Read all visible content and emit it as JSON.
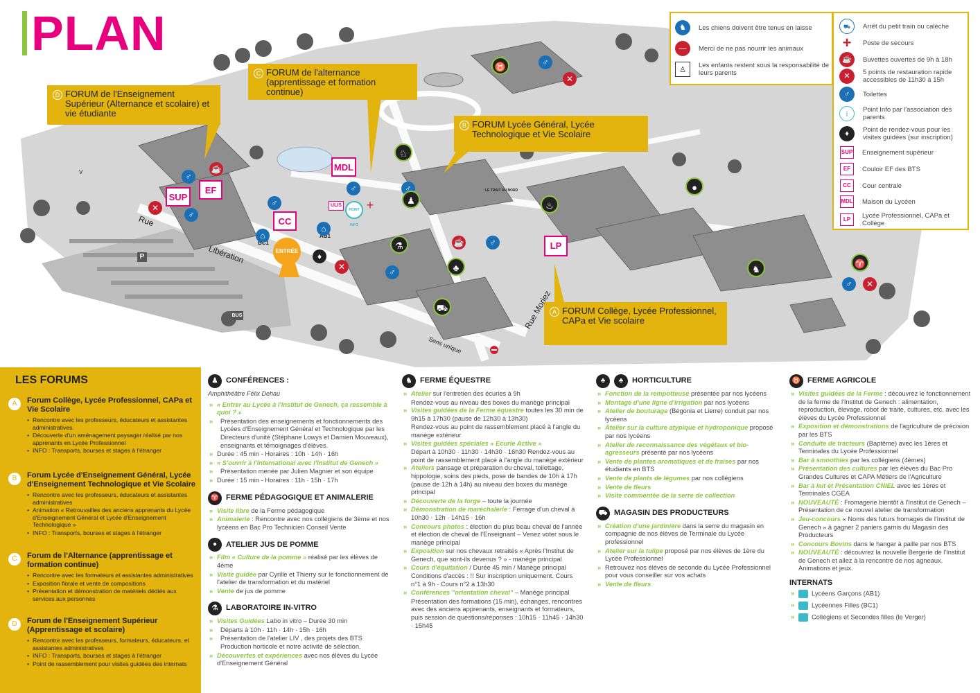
{
  "plan_title": "PLAN",
  "callouts": {
    "a": {
      "letter": "A",
      "text": "FORUM Collège, Lycée Professionnel, CAPa et Vie scolaire"
    },
    "b": {
      "letter": "B",
      "text": "FORUM Lycée Général, Lycée Technologique et Vie Scolaire"
    },
    "c": {
      "letter": "C",
      "text": "FORUM de l'alternance (apprentissage et formation continue)"
    },
    "d": {
      "letter": "D",
      "text": "FORUM de l'Enseignement Supérieur (Alternance et scolaire) et vie étudiante"
    }
  },
  "map_labels": {
    "sup": "SUP",
    "ef": "EF",
    "cc": "CC",
    "mdl": "MDL",
    "lp": "LP",
    "entree": "ENTRÉE",
    "ulis": "ULIS",
    "point_info": "POINT INFO",
    "bc1": "BC1",
    "ab1": "AB1",
    "parking": "P",
    "bus": "BUS",
    "v": "V",
    "trait_du_nord": "LE TRAIT DU NORD",
    "rue_liberation_a": "Rue",
    "rue_liberation_b": "Libération",
    "rue_moriez": "Rue Moriez",
    "sens_unique": "Sens unique"
  },
  "legend_left": [
    {
      "icon": "dog-icon",
      "text": "Les chiens doivent être tenus en laisse"
    },
    {
      "icon": "no-entry-icon",
      "text": "Merci de ne pas nourrir les animaux"
    },
    {
      "icon": "child-icon",
      "text": "Les enfants restent sous la responsabilité de leurs parents"
    }
  ],
  "legend_right": [
    {
      "icon": "train-icon",
      "text": "Arrêt du petit train ou calèche"
    },
    {
      "icon": "first-aid-icon",
      "text": "Poste de secours"
    },
    {
      "icon": "cup-icon",
      "text": "Buvettes ouvertes de 9h à 18h"
    },
    {
      "icon": "cutlery-icon",
      "text": "5 points de restauration rapide accessibles de 11h30 à 15h"
    },
    {
      "icon": "toilets-icon",
      "text": "Toilettes"
    },
    {
      "icon": "info-icon",
      "text": "Point Info par l'association des parents"
    },
    {
      "icon": "meeting-icon",
      "text": "Point de rendez-vous pour les visites guidées (sur inscription)"
    },
    {
      "code": "SUP",
      "text": "Enseignement supérieur"
    },
    {
      "code": "EF",
      "text": "Couloir EF des BTS"
    },
    {
      "code": "CC",
      "text": "Cour centrale"
    },
    {
      "code": "MDL",
      "text": "Maison du Lycéen"
    },
    {
      "code": "LP",
      "text": "Lycée Professionnel, CAPa et Collège"
    }
  ],
  "forums": {
    "heading": "LES FORUMS",
    "items": [
      {
        "letter": "A",
        "title": "Forum Collège, Lycée Professionnel, CAPa et Vie Scolaire",
        "bullets": [
          "Rencontre avec les professeurs, éducateurs et assistantes administratives.",
          "Découverte d'un aménagement paysager réalisé par nos apprenants en Lycée Professionnel",
          "INFO : Transports, bourses et stages à l'étranger"
        ]
      },
      {
        "letter": "B",
        "title": "Forum Lycée d'Enseignement Général, Lycée d'Enseignement Technologique et Vie Scolaire",
        "bullets": [
          "Rencontre avec les professeurs, éducateurs et assistantes administratives",
          "Animation « Retrouvailles des anciens apprenants du Lycée d'Enseignement Général et Lycée d'Enseignement Technologique »",
          "INFO : Transports, bourses et stages à l'étranger"
        ]
      },
      {
        "letter": "C",
        "title": "Forum de l'Alternance (apprentissage et formation continue)",
        "bullets": [
          "Rencontre avec les formateurs et assistantes administratives",
          "Exposition florale et vente de compositions",
          "Présentation et démonstration de matériels dédiés aux services aux personnes"
        ]
      },
      {
        "letter": "D",
        "title": "Forum de l'Enseignement Supérieur (Apprentissage et scolaire)",
        "bullets": [
          "Rencontre avec les professeurs, formateurs, éducateurs, et assistantes administratives",
          "INFO : Transports, bourses et stages à l'étranger",
          "Point de rassemblement pour visites guidées des internats"
        ]
      }
    ]
  },
  "conferences": {
    "title": "CONFÉRENCES :",
    "subtitle": "Amphithéâtre Félix Dehau",
    "c1_title": "« Entrer au Lycée à l'Institut de Genech, ça ressemble à quoi ? »",
    "c1_desc": "Présentation des enseignements et fonctionnements des Lycées d'Enseignement Général et Technologique par les Directeurs d'unité (Stéphane Lowys et Damien Mouveaux), enseignants et témoignages d'élèves.",
    "c1_hours": "Durée : 45 min - Horaires : 10h · 14h · 16h",
    "c2_title": "« S'ouvrir à l'International avec l'Institut de Genech »",
    "c2_desc": "Présentation menée par Julien Magnier et son équipe",
    "c2_hours": "Durée : 15 min - Horaires : 11h · 15h · 17h"
  },
  "ferme_peda": {
    "title": "FERME PÉDAGOGIQUE ET ANIMALERIE",
    "i1_g": "Visite libre",
    "i1": " de la Ferme pédagogique",
    "i2_g": "Animalerie",
    "i2": " : Rencontre avec nos collégiens de 3ème et nos lycéens en Bac Pro Technicien Conseil Vente"
  },
  "jus": {
    "title": "ATELIER JUS DE POMME",
    "i1_g": "Film « Culture de la pomme »",
    "i1": " réalisé par les élèves de 4ème",
    "i2_g": "Visite guidée",
    "i2": " par Cyrille et Thierry sur le fonctionnement de l'atelier de transformation et du matériel",
    "i3_g": "Vente",
    "i3": " de jus de pomme"
  },
  "labo": {
    "title": "LABORATOIRE IN-VITRO",
    "i1_g": "Visites Guidées",
    "i1": " Labo in vitro – Durée 30 min",
    "i1b": "Départs à 10h · 11h · 14h · 15h · 16h",
    "i1c": "Présentation de l'atelier LIV , des projets des BTS Production horticole et notre activité de sélection.",
    "i2_g": "Découvertes et expériences",
    "i2": " avec nos élèves du Lycée d'Enseignement Général"
  },
  "equestre": {
    "title": "FERME ÉQUESTRE",
    "items": [
      {
        "g": "Atelier",
        "t": " sur l'entretien des écuries à 9h",
        "x": "Rendez-vous au niveau des boxes du manège principal"
      },
      {
        "g": "Visites guidées de la Ferme équestre",
        "t": " toutes les 30 min de 9h15 à 17h30 (pause de 12h30 à 13h30)",
        "x": "Rendez-vous au point de rassemblement placé à l'angle du manège extérieur"
      },
      {
        "g": "Visites guidées spéciales « Ecurie Active »",
        "t": "",
        "x": "Départ à 10h30 · 11h30 · 14h30 · 16h30 Rendez-vous au point de rassemblement placé à l'angle du manège extérieur"
      },
      {
        "g": "Ateliers",
        "t": " pansage et préparation du cheval, toilettage, hippologie, soins des pieds, pose de bandes de 10h à 17h (pause de 12h à 14h) au niveau des boxes du manège principal",
        "x": ""
      },
      {
        "g": "Découverte de la forge",
        "t": " – toute la journée",
        "x": ""
      },
      {
        "g": "Démonstration de maréchalerie",
        "t": " : Ferrage d'un cheval à 10h30 · 12h · 14h15 · 16h",
        "x": ""
      },
      {
        "g": "Concours photos",
        "t": " : élection du plus beau cheval de l'année et élection de cheval de l'Enseignant – Venez voter sous le manège principal",
        "x": ""
      },
      {
        "g": "Exposition",
        "t": " sur nos chevaux retraités « Après l'Institut de Genech, que sont-ils devenus ? » - manège principal",
        "x": ""
      },
      {
        "g": "Cours d'équitation",
        "t": " / Durée 45 min / Manège principal Conditions d'accès : !! Sur inscription uniquement. Cours n°1 à 9h · Cours n°2 à 13h30",
        "x": ""
      },
      {
        "g": "Conférences \"orientation cheval\"",
        "t": " – Manège principal",
        "x": "Présentation des formations (15 min), échanges, rencontres avec des anciens apprenants, enseignants et formateurs, puis session de questions/réponses : 10h15 · 11h45 · 14h30 · 15h45"
      }
    ]
  },
  "horti": {
    "title": "HORTICULTURE",
    "items": [
      {
        "g": "Fonction de la rempotteuse",
        "t": " présentée par nos lycéens"
      },
      {
        "g": "Montage d'une ligne d'irrigation",
        "t": " par nos lycéens"
      },
      {
        "g": "Atelier de bouturage",
        "t": " (Bégonia et Lierre) conduit par nos lycéens"
      },
      {
        "g": "Atelier sur la culture atypique et hydroponique",
        "t": " proposé par nos lycéens"
      },
      {
        "g": "Atelier de reconnaissance des végétaux et bio-agresseurs",
        "t": " présenté par nos lycéens"
      },
      {
        "g": "Vente de plantes aromatiques et de fraises",
        "t": " par nos étudiants en BTS"
      },
      {
        "g": "Vente de plants de légumes",
        "t": " par nos collégiens"
      },
      {
        "g": "Vente de fleurs",
        "t": ""
      },
      {
        "g": "Visite commentée de la serre de collection",
        "t": ""
      }
    ]
  },
  "magasin": {
    "title": "MAGASIN DES PRODUCTEURS",
    "items": [
      {
        "g": "Création d'une jardinière",
        "t": " dans la serre du magasin en compagnie de nos élèves de Terminale du Lycée professionnel"
      },
      {
        "g": "Atelier sur la tulipe",
        "t": " proposé par nos élèves de 1ère du Lycée Professionnel"
      },
      {
        "g": "",
        "t": "Retrouvez nos élèves de seconde du Lycée Professionnel pour vous conseiller sur vos achats"
      },
      {
        "g": "Vente de fleurs",
        "t": ""
      }
    ]
  },
  "agricole": {
    "title": "FERME AGRICOLE",
    "items": [
      {
        "g": "Visites guidées de la Ferme",
        "t": " : découvrez le fonctionnement de la ferme de l'Institut de Genech : alimentation, reproduction, élevage, robot de traite, cultures, etc. avec les élèves du Lycée Professionnel"
      },
      {
        "g": "Exposition et démonstrations",
        "t": " de l'agriculture de précision par les BTS"
      },
      {
        "g": "Conduite de tracteurs",
        "t": " (Baptême) avec les 1ères et Terminales du Lycée Professionnel"
      },
      {
        "g": "Bar à smoothies",
        "t": " par les collégiens (4èmes)"
      },
      {
        "g": "Présentation des cultures",
        "t": " par les élèves du Bac Pro Grandes Cultures et CAPA Métiers de l'Agriculture"
      },
      {
        "g": "Bar à lait et Présentation CNIEL",
        "t": " avec les 1ères et Terminales CGEA"
      },
      {
        "g": "NOUVEAUTÉ",
        "t": " : Fromagerie bientôt à l'Institut de Genech – Présentation de ce nouvel atelier de transformation"
      },
      {
        "g": "Jeu-concours",
        "t": " « Noms des futurs fromages de l'Institut de Genech » à gagner 2 paniers garnis du Magasin des Producteurs"
      },
      {
        "g": "Concours Bovins",
        "t": " dans le hangar à paille par nos BTS"
      },
      {
        "g": "NOUVEAUTÉ",
        "t": " : découvrez la nouvelle Bergerie de l'Institut de Genech et allez à la rencontre de nos agneaux. Animations et jeux."
      }
    ]
  },
  "internats": {
    "title": "INTERNATS",
    "items": [
      "Lycéens Garçons (AB1)",
      "Lycéennes Filles (BC1)",
      "Collégiens et Secondes filles (le Verger)"
    ]
  }
}
